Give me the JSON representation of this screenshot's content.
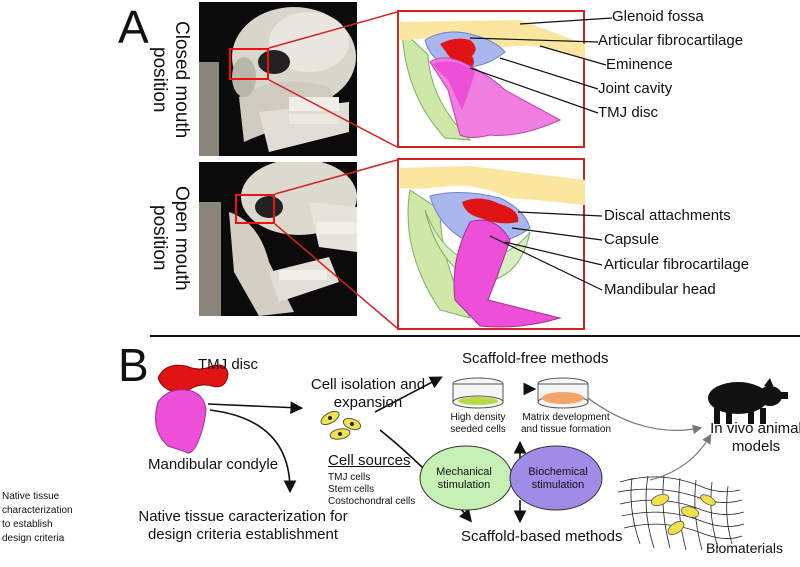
{
  "panel_a": {
    "letter": "A",
    "closed_label_line1": "Closed mouth",
    "closed_label_line2": "position",
    "open_label_line1": "Open mouth",
    "open_label_line2": "position",
    "closed_labels": [
      "Glenoid fossa",
      "Articular fibrocartilage",
      "Eminence",
      "Joint cavity",
      "TMJ disc"
    ],
    "open_labels": [
      "Discal attachments",
      "Capsule",
      "Articular fibrocartilage",
      "Mandibular head"
    ]
  },
  "panel_b": {
    "letter": "B",
    "tmj_disc": "TMJ disc",
    "mandibular_condyle": "Mandibular condyle",
    "cell_isolation_line1": "Cell isolation and",
    "cell_isolation_line2": "expansion",
    "cell_sources_title": "Cell sources",
    "cell_sources": [
      "TMJ cells",
      "Stem cells",
      "Costochondral cells"
    ],
    "native_line1": "Native tissue caracterization for",
    "native_line2": "design criteria establishment",
    "scaffold_free": "Scaffold-free methods",
    "scaffold_based": "Scaffold-based methods",
    "high_density_line1": "High density",
    "high_density_line2": "seeded cells",
    "matrix_line1": "Matrix development",
    "matrix_line2": "and tissue formation",
    "mechanical_line1": "Mechanical",
    "mechanical_line2": "stimulation",
    "biochemical_line1": "Biochemical",
    "biochemical_line2": "stimulation",
    "in_vivo_line1": "In vivo animal",
    "in_vivo_line2": "models",
    "biomaterials": "Biomaterials"
  },
  "side_note": [
    "Native tissue",
    "characterization",
    "to establish",
    "design criteria"
  ],
  "colors": {
    "disc_red": "#e01414",
    "condyle_pink": "#ee4fd9",
    "fossa_yellow": "#fbe6a0",
    "cavity_blue": "#aab6ee",
    "capsule_green": "#c8e6a0",
    "mechanical_green": "#c6f0b4",
    "biochemical_purple": "#a08ce6",
    "box_red": "#d42222"
  }
}
